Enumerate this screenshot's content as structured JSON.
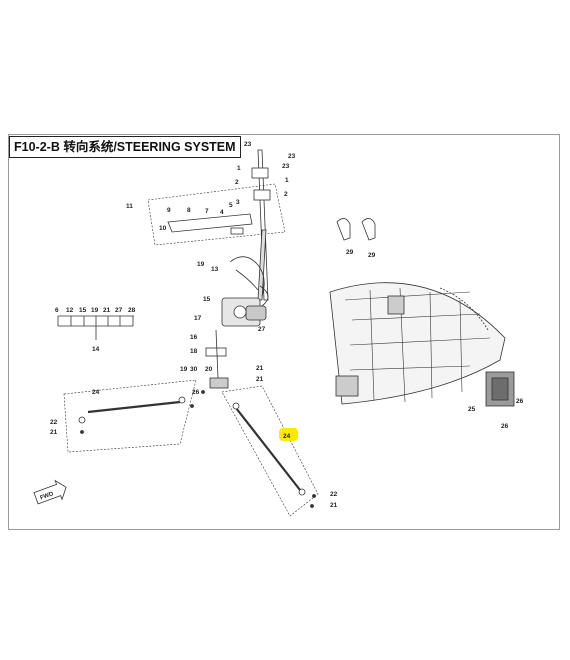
{
  "title": "F10-2-B 转向系统/STEERING SYSTEM",
  "highlight_color": "#ffe800",
  "fwd_label": "FWD",
  "callouts": [
    {
      "id": "c23a",
      "text": "23"
    },
    {
      "id": "c23b",
      "text": "23"
    },
    {
      "id": "c1a",
      "text": "1"
    },
    {
      "id": "c23c",
      "text": "23"
    },
    {
      "id": "c2a",
      "text": "2"
    },
    {
      "id": "c1b",
      "text": "1"
    },
    {
      "id": "c2b",
      "text": "2"
    },
    {
      "id": "c3",
      "text": "3"
    },
    {
      "id": "c11",
      "text": "11"
    },
    {
      "id": "c9",
      "text": "9"
    },
    {
      "id": "c8",
      "text": "8"
    },
    {
      "id": "c7",
      "text": "7"
    },
    {
      "id": "c4",
      "text": "4"
    },
    {
      "id": "c5",
      "text": "5"
    },
    {
      "id": "c10",
      "text": "10"
    },
    {
      "id": "c19a",
      "text": "19"
    },
    {
      "id": "c13",
      "text": "13"
    },
    {
      "id": "c15",
      "text": "15"
    },
    {
      "id": "c17",
      "text": "17"
    },
    {
      "id": "c27",
      "text": "27"
    },
    {
      "id": "c16",
      "text": "16"
    },
    {
      "id": "c18",
      "text": "18"
    },
    {
      "id": "c19b",
      "text": "19"
    },
    {
      "id": "c30",
      "text": "30"
    },
    {
      "id": "c20",
      "text": "20"
    },
    {
      "id": "c21a",
      "text": "21"
    },
    {
      "id": "c21b",
      "text": "21"
    },
    {
      "id": "c26a",
      "text": "26"
    },
    {
      "id": "c22a",
      "text": "22"
    },
    {
      "id": "c21c",
      "text": "21"
    },
    {
      "id": "c24a",
      "text": "24"
    },
    {
      "id": "c24b",
      "text": "24"
    },
    {
      "id": "c22b",
      "text": "22"
    },
    {
      "id": "c21d",
      "text": "21"
    },
    {
      "id": "c29a",
      "text": "29"
    },
    {
      "id": "c29b",
      "text": "29"
    },
    {
      "id": "c25",
      "text": "25"
    },
    {
      "id": "c26b",
      "text": "26"
    },
    {
      "id": "c26c",
      "text": "26"
    },
    {
      "id": "c14",
      "text": "14"
    }
  ],
  "group_labels": [
    "6",
    "12",
    "15",
    "19",
    "21",
    "27",
    "28"
  ]
}
